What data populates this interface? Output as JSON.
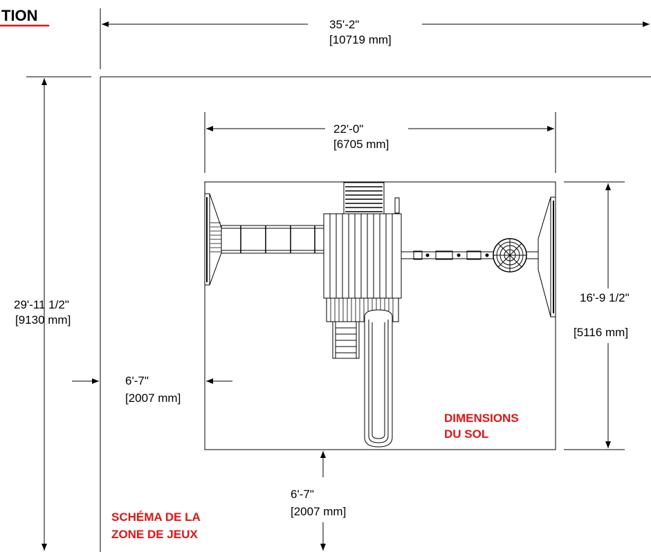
{
  "header": {
    "title_fragment": "TION"
  },
  "dimensions": {
    "overall_width": {
      "imperial": "35'-2\"",
      "metric": "[10719 mm]"
    },
    "overall_depth": {
      "imperial": "29'-11 1/2\"",
      "metric": "[9130 mm]"
    },
    "floor_width": {
      "imperial": "22'-0\"",
      "metric": "[6705 mm]"
    },
    "floor_depth": {
      "imperial": "16'-9 1/2\"",
      "metric": "[5116 mm]"
    },
    "side_clearance": {
      "imperial": "6'-7\"",
      "metric": "[2007 mm]"
    },
    "front_clearance": {
      "imperial": "6'-7\"",
      "metric": "[2007 mm]"
    }
  },
  "labels": {
    "floor_line1": "DIMENSIONS",
    "floor_line2": "DU SOL",
    "zone_line1": "SCHÉMA DE LA",
    "zone_line2": "ZONE DE JEUX"
  },
  "colors": {
    "accent_red": "#ee1111",
    "line": "#000000"
  }
}
